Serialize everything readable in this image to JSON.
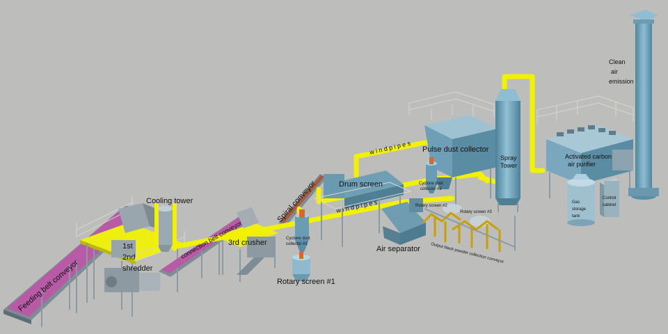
{
  "labels": {
    "feeding_belt_conveyor": "Feeding belt conveyor",
    "first_shredder": "1st",
    "second_shredder": "2nd",
    "shredder": "shredder",
    "cooling_tower": "Cooling tower",
    "connection_belt_conveyor": "connection belt conveyor",
    "third_crusher": "3rd crusher",
    "spiral_conveyor": "Spiral conveyor",
    "cyclone_dust_collector_1_a": "Cyclone dust",
    "cyclone_dust_collector_1_b": "collector #1",
    "rotary_screen_1": "Rotary screen #1",
    "drum_screen": "Drum screen",
    "wind_pipes_upper": "w i n d   p i p e s",
    "wind_pipes_lower": "w i n d   p i p e s",
    "air_separator": "Air separator",
    "pulse_dust_collector": "Pulse dust collector",
    "cyclone_dust_collector_2_a": "Cyclone dust",
    "cyclone_dust_collector_2_b": "collector #2",
    "rotary_screen_2": "Rotary screen #2",
    "rotary_screen_3": "Rotary screen #3",
    "output_conveyor": "Output black powder collection conveyor",
    "spray_tower_a": "Spray",
    "spray_tower_b": "Tower",
    "activated_carbon_a": "Activated carbon",
    "activated_carbon_b": "air purifier",
    "gas_storage_a": "Gas",
    "gas_storage_b": "storage",
    "gas_storage_c": "tank",
    "control_cabinet_a": "Control",
    "control_cabinet_b": "cabinet",
    "clean_air_a": "Clean",
    "clean_air_b": "air",
    "clean_air_c": "emission"
  },
  "colors": {
    "background": "#bdbdbb",
    "equipment_blue": "#5f95ad",
    "equipment_light": "#8fb9cc",
    "pipe_yellow": "#f2f200",
    "belt_magenta": "#b85aa6",
    "frame_grey": "#8a9aa3",
    "railing": "#d8d8d0"
  }
}
